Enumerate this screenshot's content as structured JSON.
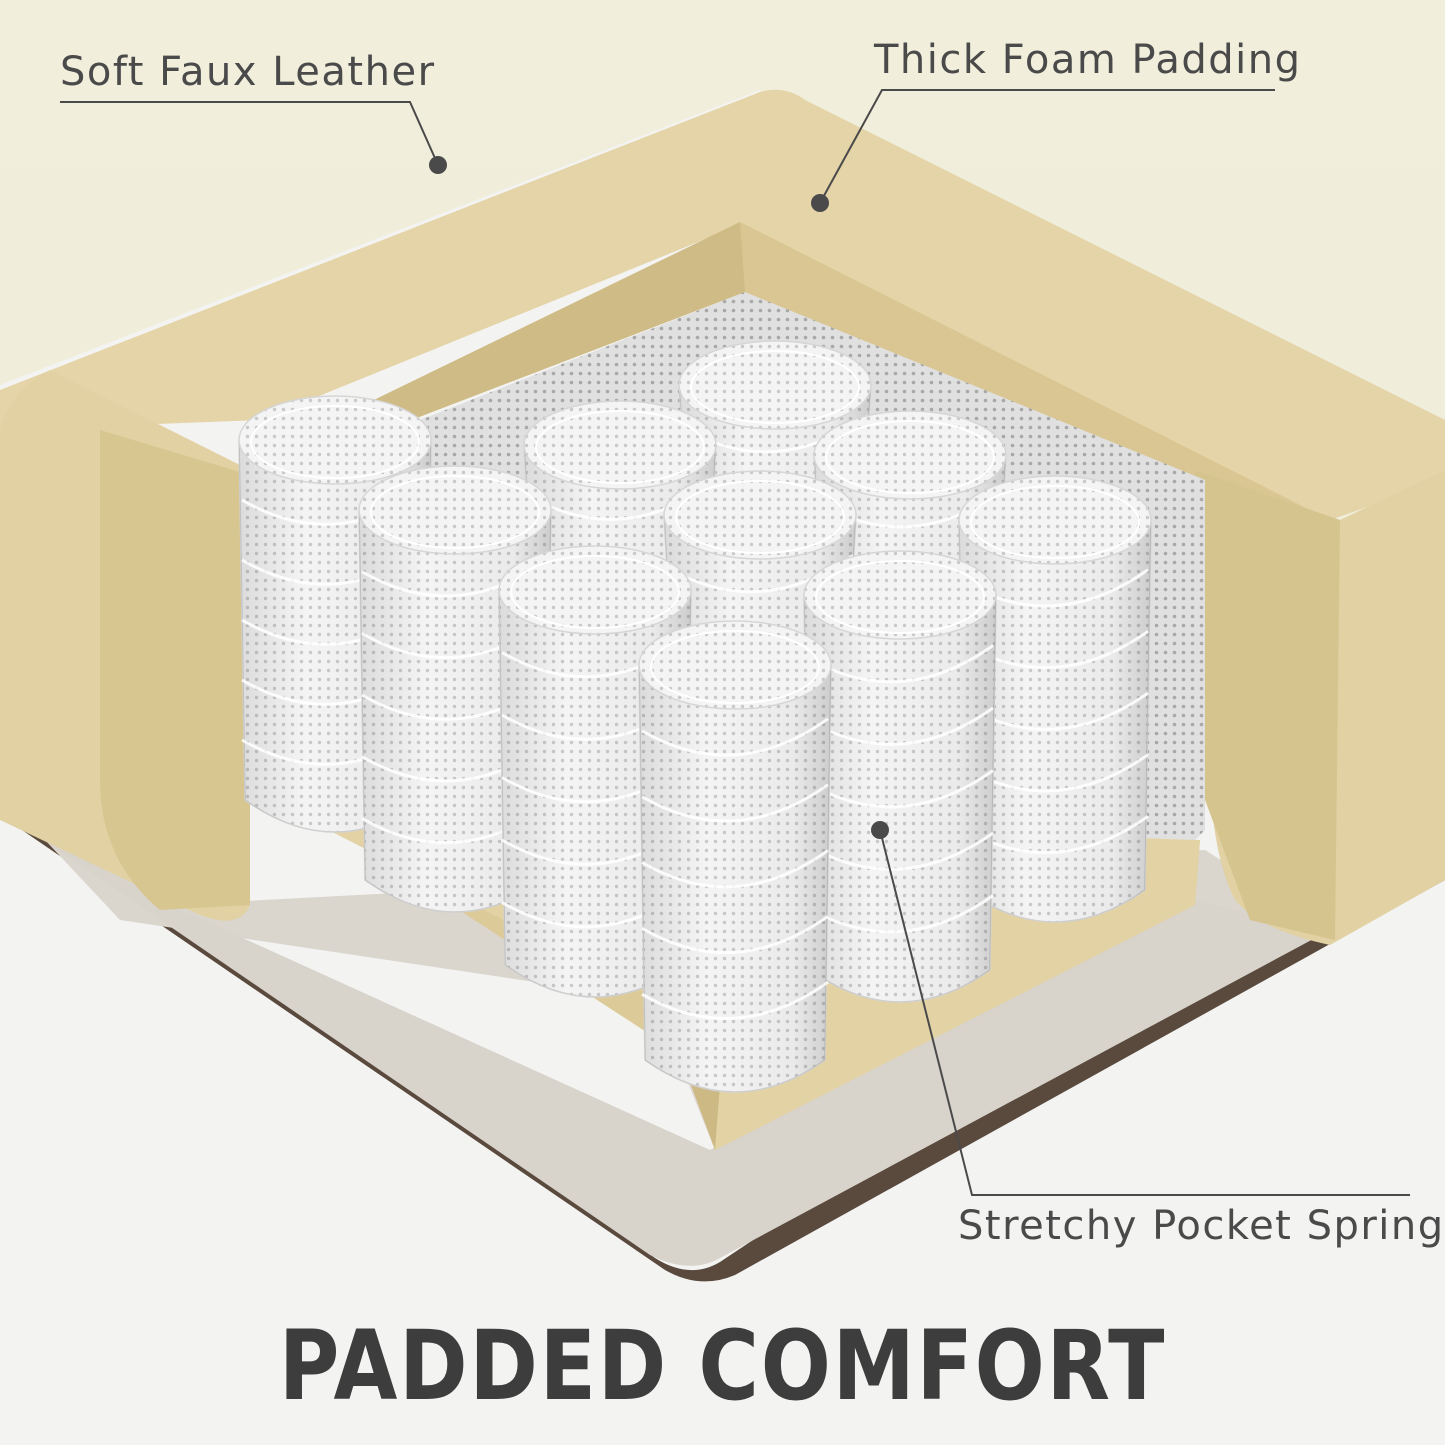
{
  "callouts": {
    "leather": "Soft Faux Leather",
    "foam": "Thick Foam Padding",
    "spring": "Stretchy Pocket Spring"
  },
  "headline": "PADDED COMFORT",
  "colors": {
    "background": "#f3f3f2",
    "leather": "#f1efdc",
    "foam": "#e3d3a6",
    "foam_shadow": "#d6c493",
    "base_fabric": "#d9d4cc",
    "spring_fabric": "#f2f2f2",
    "text": "#4a4a4a"
  }
}
